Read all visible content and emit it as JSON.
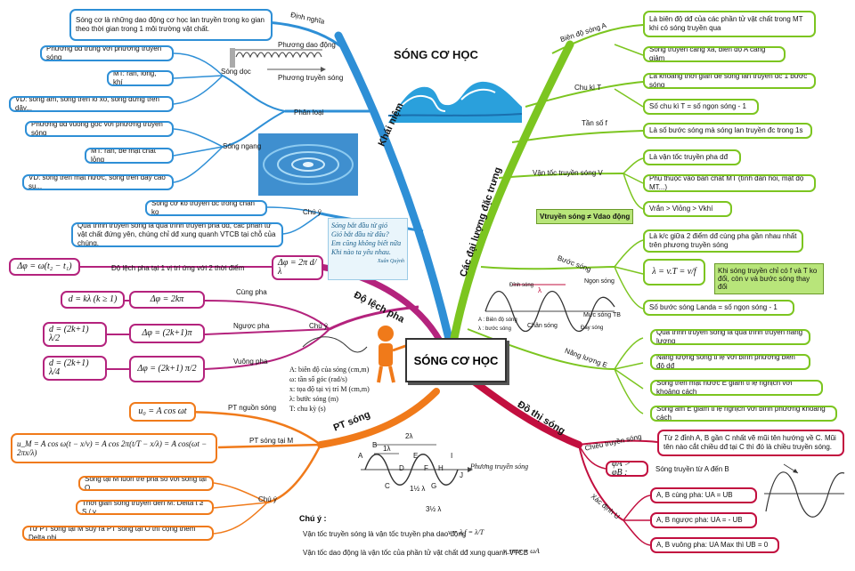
{
  "title": "SÓNG CƠ HỌC",
  "center_label": "SÓNG CƠ HỌC",
  "branches": {
    "khai_niem": "Khái niệm",
    "do_lech_pha": "Độ lệch pha",
    "pt_song": "PT sóng",
    "dai_luong": "Các đại lượng đặc trưng",
    "do_thi": "Đồ thị sóng"
  },
  "khai_niem": {
    "dinh_nghia_label": "Định nghĩa",
    "dinh_nghia": "Sóng cơ là những dao động cơ học lan truyền trong ko gian theo thời gian trong 1 môi trường vật chất.",
    "song_doc_label": "Sóng dọc",
    "song_doc_1": "Phương dđ trùng với phương truyền sóng",
    "song_doc_2": "MT: rắn, lỏng, khí",
    "song_doc_3": "VD: sóng âm, sóng trên lò xo, sóng dừng trên dây...",
    "phan_loai_label": "Phân loại",
    "song_ngang_label": "Sóng ngang",
    "song_ngang_1": "Phương dđ vuông góc với phương truyền sóng",
    "song_ngang_2": "MT: rắn, bề mặt chất lỏng",
    "song_ngang_3": "VD: sóng trên mặt nước, sóng trên dây cao su...",
    "chu_y_label": "Chú ý",
    "chu_y_1": "Sóng cơ ko truyền đc trong chân ko",
    "chu_y_2": "Quá trình truyền sóng là quá trình truyền pha dđ, các phần tử vật chất đứng yên, chúng chỉ dđ xung quanh VTCB tại chỗ của chúng.",
    "spring_label_1": "Phương dao động",
    "spring_label_2": "Phương truyền sóng"
  },
  "poem": [
    "Sóng bắt đầu từ gió",
    "Gió bắt đầu từ đâu?",
    "Em cũng không biết nữa",
    "Khi nào ta yêu nhau.",
    "Xuân Quỳnh"
  ],
  "do_lech_pha": {
    "main_formula_left": "Δφ = ω(t₂ − t₁)",
    "main_label": "Độ lệch pha tại 1 vị trí ứng với 2 thời điểm",
    "main_formula_right": "Δφ = 2π d/λ",
    "chu_y_label": "Chú ý",
    "cung_pha_label": "Cùng pha",
    "cung_pha_left": "d = kλ (k ≥ 1)",
    "cung_pha_right": "Δφ = 2kπ",
    "nguoc_pha_label": "Ngược pha",
    "nguoc_pha_left": "d = (2k+1) λ/2",
    "nguoc_pha_right": "Δφ = (2k+1)π",
    "vuong_pha_label": "Vuông pha",
    "vuong_pha_left": "d = (2k+1) λ/4",
    "vuong_pha_right": "Δφ = (2k+1) π/2"
  },
  "symbols": [
    "A: biên độ của sóng (cm,m)",
    "ω: tần số góc (rad/s)",
    "x: tọa độ tại vị trí M (cm,m)",
    "λ: bước sóng (m)",
    "T: chu kỳ (s)"
  ],
  "pt_song": {
    "nguon_label": "PT nguồn sóng",
    "nguon_formula": "u₀ = A cos ωt",
    "tai_m_label": "PT sóng tại M",
    "tai_m_formula": "u_M = A cos ω(t − x/v) = A cos 2π(t/T − x/λ) = A cos(ωt − 2πx/λ)",
    "chu_y_label": "Chú ý",
    "chu_y_1": "Sóng tại M luôn trễ pha so với sóng tại O",
    "chu_y_2": "Thời gian sóng truyền đến M: Delta t ≥ S / v",
    "chu_y_3": "Từ PT sóng tại M suy ra PT sóng tại O thì cộng thêm Delta phi"
  },
  "bottom_note": {
    "title": "Chú ý :",
    "line1": "Vận tốc truyền sóng là vận tốc truyền pha dao động",
    "line1_formula": "v = λ.f = λ/T",
    "line2": "Vận tốc dao động là vận tốc của phần tử vật chất dđ xung quanh VTCB",
    "line2_formula": "v_max = ωA"
  },
  "dai_luong": {
    "bien_do_label": "Biên độ sóng A",
    "bien_do_1": "Là biên độ dđ của các phần tử vật chất trong MT khi có sóng truyền qua",
    "bien_do_2": "Sóng truyền càng xa, biên độ A càng giảm",
    "chu_ki_label": "Chu kì T",
    "chu_ki_1": "Là khoảng thời gian để sóng lan truyền đc 1 bước sóng",
    "chu_ki_2": "Số chu kì T = số ngọn sóng - 1",
    "tan_so_label": "Tần số f",
    "tan_so_1": "Là số bước sóng mà sóng lan truyền đc trong 1s",
    "van_toc_label": "Vận tốc truyền sóng V",
    "van_toc_1": "Là vận tốc truyền pha dđ",
    "van_toc_2": "Phụ thuộc vào bản chất MT (tính đàn hồi, mật độ MT...)",
    "van_toc_3": "Vrắn > Vlỏng > Vkhí",
    "note_v": "Vtruyền sóng ≠ Vdao động",
    "buoc_song_label": "Bước sóng",
    "buoc_song_1": "Là k/c giữa 2 điểm dđ cùng pha gần nhau nhất trên phương truyền sóng",
    "buoc_song_formula": "λ = v.T = v/f",
    "buoc_song_2": "Số bước sóng Landa = số ngọn sóng - 1",
    "note_f": "Khi sóng truyền chỉ có f và T ko đổi, còn v và bước sóng thay đổi",
    "nang_luong_label": "Năng lượng E",
    "nang_luong_1": "Quá trình truyền sóng là quá trình truyền năng lượng",
    "nang_luong_2": "Năng lượng sóng tỉ lệ với bình phương biên độ dđ",
    "nang_luong_3": "Sóng trên mặt nước E giảm tỉ lệ nghịch với khoảng cách",
    "nang_luong_4": "Sóng âm E giảm tỉ lệ nghịch với bình phương khoảng cách"
  },
  "do_thi": {
    "chieu_label": "Chiều truyền sóng",
    "chieu_1": "Từ 2 đỉnh A, B gần C nhất vẽ mũi tên hướng về C. Mũi tên nào cắt chiều dđ tại C thì đó là chiều truyền sóng.",
    "chieu_formula": "φA > φB :",
    "chieu_2": "Sóng truyền từ A đến B",
    "xac_dinh_label": "Xác định U",
    "xd_1": "A, B cùng pha: UA = UB",
    "xd_2": "A, B ngược pha: UA = - UB",
    "xd_3": "A, B vuông pha: UA Max thì UB = 0"
  },
  "wave_diagram": {
    "dinh_song": "Đỉnh sóng",
    "ngon_song": "Ngọn sóng",
    "chan_song": "Chân sóng",
    "muc_song": "Mực sóng TB",
    "day_song": "Đáy sóng",
    "lambda": "λ",
    "legend_a": "A : Biên độ sóng",
    "legend_l": "λ : bước sóng"
  },
  "wave2": {
    "label_2l": "2λ",
    "label_l": "1λ",
    "label_half": "1½ λ",
    "label_3half": "3½ λ",
    "direction": "Phương truyền sóng",
    "points": [
      "A",
      "B",
      "C",
      "D",
      "E",
      "F",
      "H",
      "G",
      "I",
      "J"
    ]
  },
  "colors": {
    "blue": "#2e8fd6",
    "magenta": "#b4237d",
    "orange": "#f07a1a",
    "green": "#7cc520",
    "red": "#c20f3f"
  }
}
